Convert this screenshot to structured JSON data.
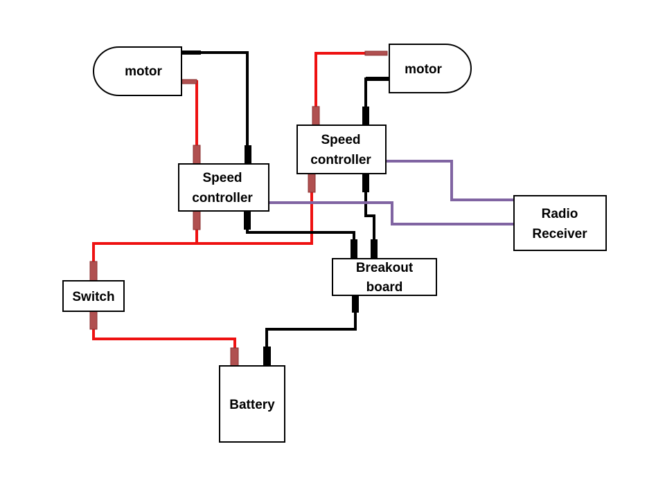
{
  "components": {
    "motor_left": "motor",
    "motor_right": "motor",
    "speed_controller_left": [
      "Speed",
      "controller"
    ],
    "speed_controller_right": [
      "Speed",
      "controller"
    ],
    "radio_receiver": [
      "Radio",
      "Receiver"
    ],
    "breakout_board": [
      "Breakout",
      "board"
    ],
    "switch": "Switch",
    "battery": "Battery"
  },
  "colors": {
    "positive_wire": "#ee1111",
    "negative_wire": "#000000",
    "signal_wire": "#8064a2",
    "positive_connector": "#b05050",
    "negative_connector": "#000000"
  }
}
